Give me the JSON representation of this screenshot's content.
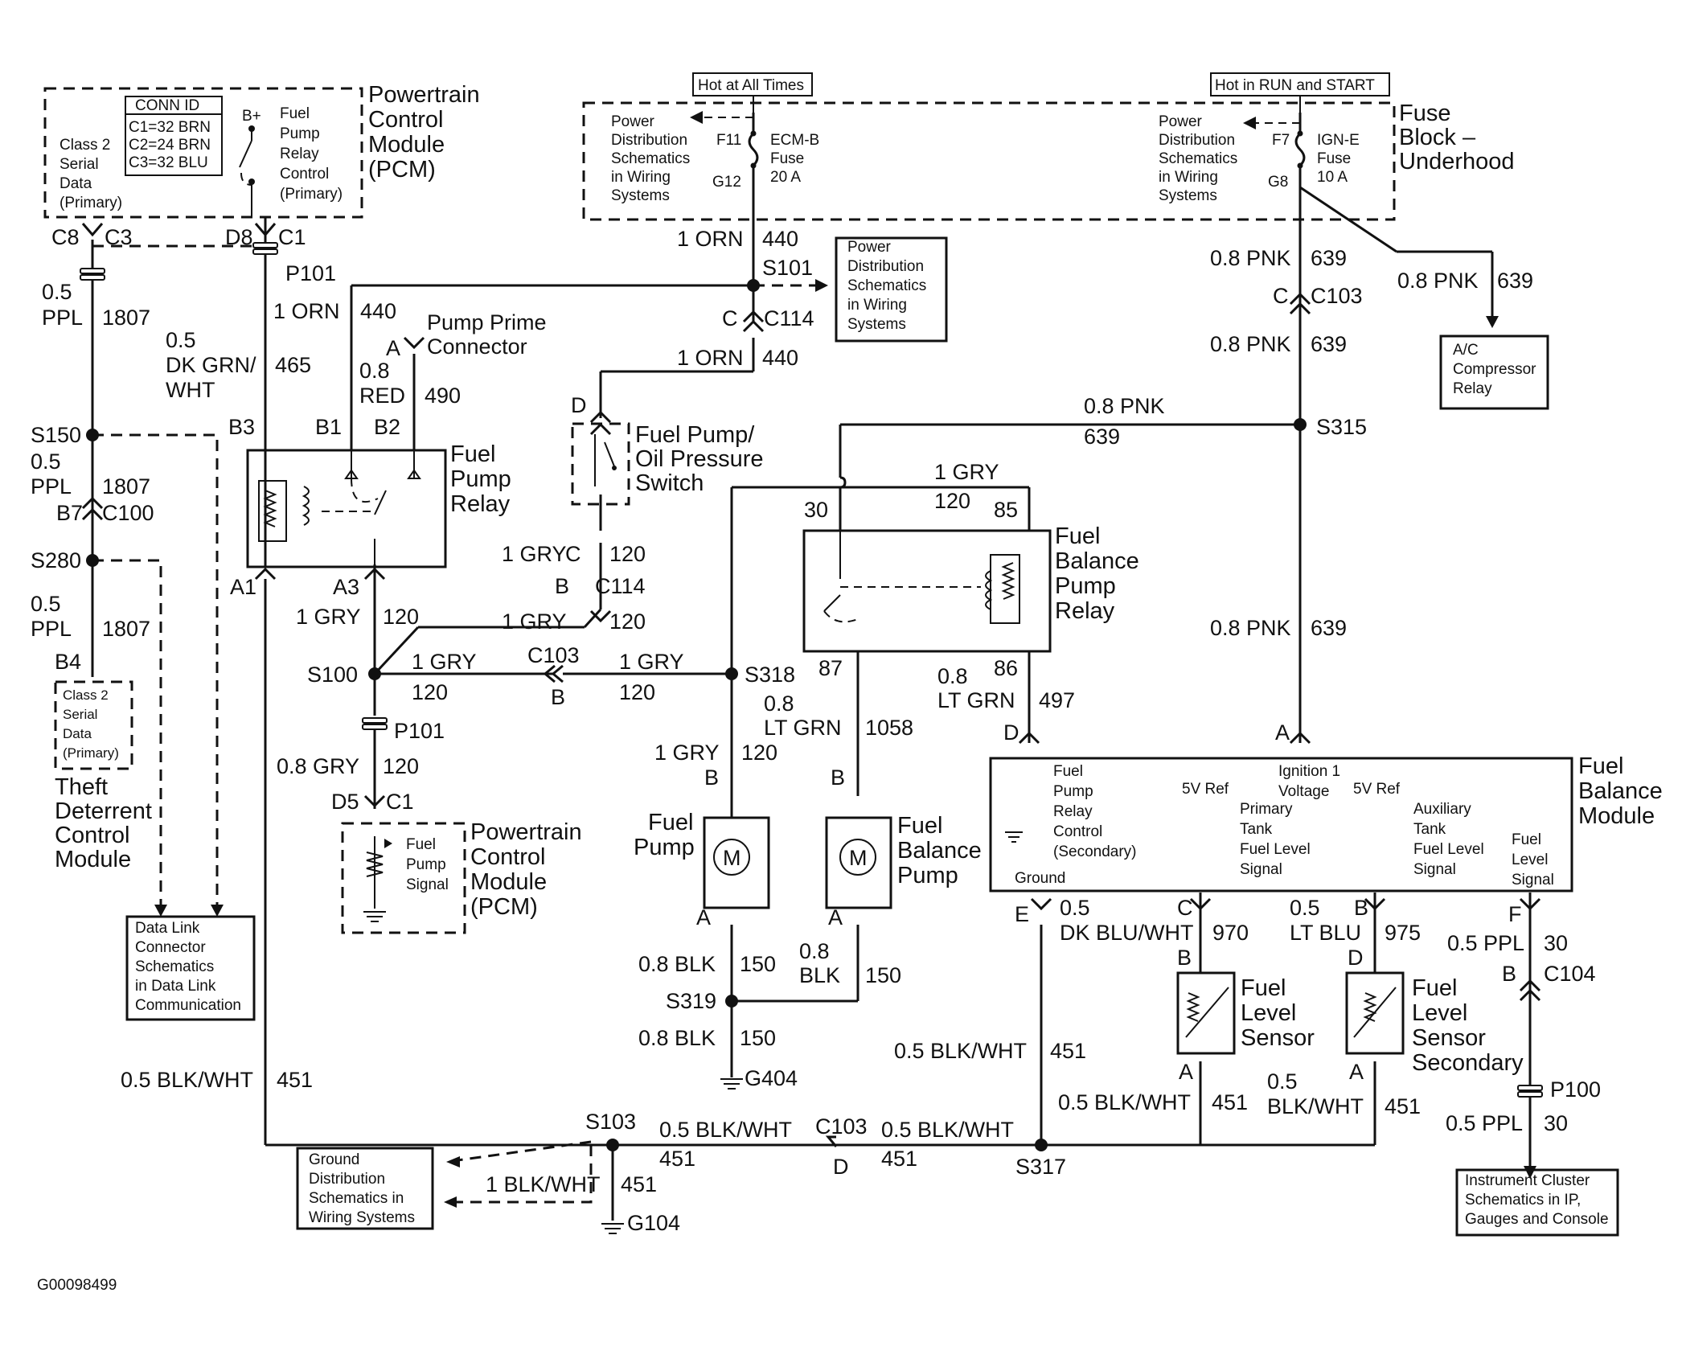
{
  "figure_id": "G00098499",
  "pcm_top": {
    "title": [
      "Powertrain",
      "Control",
      "Module",
      "(PCM)"
    ],
    "conn_id_title": "CONN ID",
    "conn_id_rows": [
      "C1=32 BRN",
      "C2=24 BRN",
      "C3=32 BLU"
    ],
    "class2": [
      "Class 2",
      "Serial",
      "Data",
      "(Primary)"
    ],
    "bplus": "B+",
    "relay_ctrl": [
      "Fuel",
      "Pump",
      "Relay",
      "Control",
      "(Primary)"
    ]
  },
  "fuse_block": {
    "title": [
      "Fuse",
      "Block –",
      "Underhood"
    ],
    "hot_always": "Hot at All Times",
    "hot_run": "Hot in RUN and START",
    "pd_left": [
      "Power",
      "Distribution",
      "Schematics",
      "in Wiring",
      "Systems"
    ],
    "pd_right": [
      "Power",
      "Distribution",
      "Schematics",
      "in Wiring",
      "Systems"
    ],
    "f11": "F11",
    "g12": "G12",
    "fuse_left": [
      "ECM-B",
      "Fuse",
      "20 A"
    ],
    "f7": "F7",
    "g8": "G8",
    "fuse_right": [
      "IGN-E",
      "Fuse",
      "10 A"
    ]
  },
  "labels": {
    "c8": "C8",
    "c3": "C3",
    "d8": "D8",
    "c1": "C1",
    "p101": "P101",
    "w_05": "0.5",
    "w_ppl": "PPL",
    "n_1807": "1807",
    "orn1": "1 ORN",
    "n440": "440",
    "s101": "S101",
    "pd_mid": [
      "Power",
      "Distribution",
      "Schematics",
      "in Wiring",
      "Systems"
    ],
    "c": "C",
    "c114": "C114",
    "d": "D",
    "pnk08": "0.8 PNK",
    "n639": "639",
    "c103": "C103",
    "ac_relay": [
      "A/C",
      "Compressor",
      "Relay"
    ],
    "w_dkgrn": [
      "0.5",
      "DK GRN/",
      "WHT"
    ],
    "n465": "465",
    "a": "A",
    "w_red": [
      "0.8",
      "RED"
    ],
    "n490": "490",
    "pump_prime": [
      "Pump Prime",
      "Connector"
    ],
    "s150": "S150",
    "b3": "B3",
    "b1": "B1",
    "b2": "B2",
    "fuel_pump_relay": [
      "Fuel",
      "Pump",
      "Relay"
    ],
    "oil_switch": [
      "Fuel Pump/",
      "Oil Pressure",
      "Switch"
    ],
    "s315": "S315",
    "gry1": "1 GRY",
    "n120": "120",
    "b7": "B7",
    "c100": "C100",
    "s280": "S280",
    "a1": "A1",
    "a3": "A3",
    "b": "B",
    "n30": "30",
    "n85": "85",
    "n87": "87",
    "n86": "86",
    "fb_relay": [
      "Fuel",
      "Balance",
      "Pump",
      "Relay"
    ],
    "b4": "B4",
    "s100": "S100",
    "s318": "S318",
    "class2_td": [
      "Class 2",
      "Serial",
      "Data",
      "(Primary)"
    ],
    "theft": [
      "Theft",
      "Deterrent",
      "Control",
      "Module"
    ],
    "w_ltgrn": [
      "0.8",
      "LT GRN"
    ],
    "n1058": "1058",
    "n497": "497",
    "gry08": "0.8 GRY",
    "d5": "D5",
    "pcm_bottom": [
      "Powertrain",
      "Control",
      "Module",
      "(PCM)"
    ],
    "pcm_signal": [
      "Fuel",
      "Pump",
      "Signal"
    ],
    "fuel_pump": [
      "Fuel",
      "Pump"
    ],
    "fb_pump": [
      "Fuel",
      "Balance",
      "Pump"
    ],
    "motor": "M",
    "fbm_title": [
      "Fuel",
      "Balance",
      "Module"
    ],
    "fbm_relay": [
      "Fuel",
      "Pump",
      "Relay",
      "Control",
      "(Secondary)"
    ],
    "fbm_ground": "Ground",
    "fbm_5v1": "5V Ref",
    "fbm_5v2": "5V Ref",
    "fbm_ign": [
      "Ignition 1",
      "Voltage"
    ],
    "fbm_primary": [
      "Primary",
      "Tank",
      "Fuel Level",
      "Signal"
    ],
    "fbm_aux": [
      "Auxiliary",
      "Tank",
      "Fuel Level",
      "Signal"
    ],
    "fbm_fls": [
      "Fuel",
      "Level",
      "Signal"
    ],
    "dlc": [
      "Data Link",
      "Connector",
      "Schematics",
      "in Data Link",
      "Communication"
    ],
    "e": "E",
    "f": "F",
    "w_dkblu": [
      "0.5",
      "DK BLU/WHT"
    ],
    "n970": "970",
    "w_ltblu": [
      "0.5",
      "LT BLU"
    ],
    "n975": "975",
    "blk08": "0.8 BLK",
    "n150": "150",
    "s319": "S319",
    "w_blk08": [
      "0.8",
      "BLK"
    ],
    "fls": [
      "Fuel",
      "Level",
      "Sensor"
    ],
    "fls2": [
      "Fuel",
      "Level",
      "Sensor",
      "Secondary"
    ],
    "ppl05": "0.5 PPL",
    "n30w": "30",
    "c104": "C104",
    "g404": "G404",
    "blkwht05": "0.5 BLK/WHT",
    "n451": "451",
    "w_blkwht": [
      "0.5",
      "BLK/WHT"
    ],
    "p100": "P100",
    "s103": "S103",
    "s317": "S317",
    "gds": [
      "Ground",
      "Distribution",
      "Schematics in",
      "Wiring Systems"
    ],
    "blkwht1": "1 BLK/WHT",
    "g104": "G104",
    "ic": [
      "Instrument Cluster",
      "Schematics in IP,",
      "Gauges and Console"
    ]
  }
}
